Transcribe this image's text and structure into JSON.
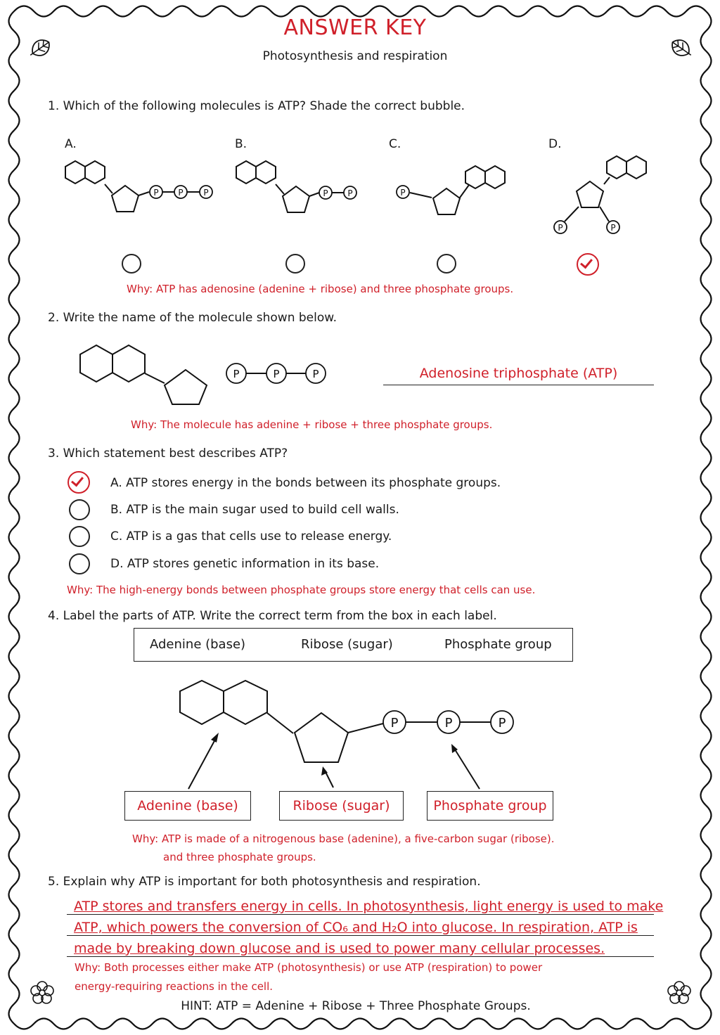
{
  "header": {
    "title": "ANSWER KEY",
    "subtitle": "Photosynthesis and respiration"
  },
  "q1": {
    "question": "1. Which of the following molecules is ATP? Shade the correct bubble.",
    "options": [
      "A.",
      "B.",
      "C.",
      "D."
    ],
    "phosphate_label": "P",
    "selected": "D.",
    "why": "Why: ATP has adenosine (adenine + ribose) and three phosphate groups."
  },
  "q2": {
    "question": "2. Write the name of the molecule shown below.",
    "answer": "Adenosine triphosphate (ATP)",
    "why": "Why: The molecule has adenine + ribose + three phosphate groups."
  },
  "q3": {
    "question": "3. Which statement best describes ATP?",
    "options": [
      "A.  ATP stores energy in the bonds between its phosphate groups.",
      "B.  ATP is the main sugar used to build cell walls.",
      "C.  ATP is a gas that cells use to release energy.",
      "D.  ATP stores genetic information in its base."
    ],
    "selected": "A.",
    "why": "Why: The high-energy bonds between phosphate groups store energy that cells can use."
  },
  "q4": {
    "question": "4. Label the parts of ATP. Write the correct term from the box in each label.",
    "terms": [
      "Adenine (base)",
      "Ribose (sugar)",
      "Phosphate group"
    ],
    "labels": [
      "Adenine (base)",
      "Ribose (sugar)",
      "Phosphate group"
    ],
    "why_line1": "Why: ATP is made of a nitrogenous base (adenine), a five-carbon sugar (ribose).",
    "why_line2": "and three phosphate groups."
  },
  "q5": {
    "question": "5. Explain why ATP is important for both photosynthesis and respiration.",
    "answer_lines": [
      "ATP stores and transfers energy in cells. In photosynthesis, light energy is used to make",
      "ATP, which powers the conversion of CO₆ and H₂O into glucose. In respiration, ATP is",
      "made by breaking down glucose and is used to power many cellular processes."
    ],
    "why_line1": "Why: Both processes either make ATP (photosynthesis) or use ATP (respiration) to power",
    "why_line2": "energy-requiring reactions in the cell."
  },
  "footer": {
    "hint": "HINT: ATP = Adenine + Ribose + Three Phosphate Groups."
  },
  "colors": {
    "answer_red": "#d0202a",
    "ink": "#1a1a1a"
  },
  "icons": [
    "leaf-icon",
    "flower-icon"
  ]
}
